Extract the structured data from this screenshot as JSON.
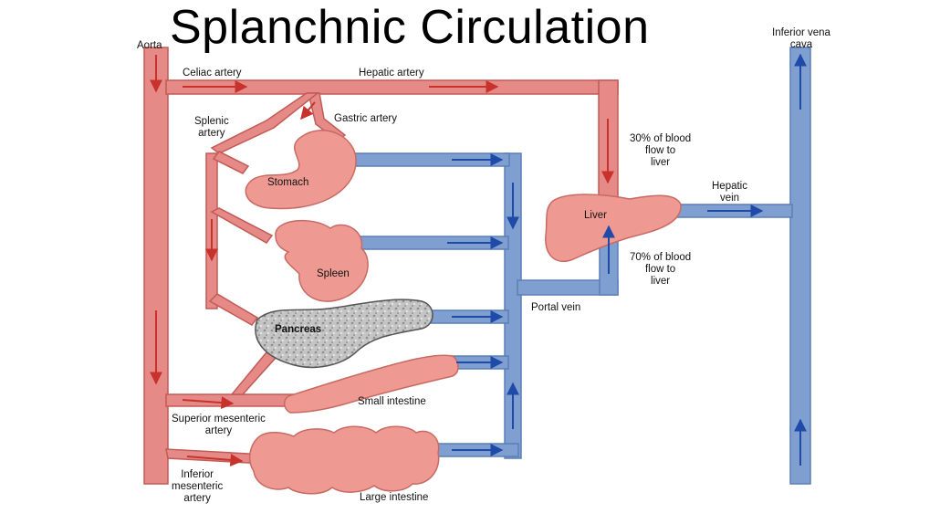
{
  "title": "Splanchnic Circulation",
  "labels": {
    "aorta": "Aorta",
    "celiac_artery": "Celiac artery",
    "hepatic_artery": "Hepatic artery",
    "gastric_artery": "Gastric artery",
    "splenic_artery": [
      "Splenic",
      "artery"
    ],
    "stomach": "Stomach",
    "spleen": "Spleen",
    "pancreas": "Pancreas",
    "small_intestine": "Small intestine",
    "large_intestine": "Large intestine",
    "superior_mesenteric_artery": [
      "Superior mesenteric",
      "artery"
    ],
    "inferior_mesenteric_artery": [
      "Inferior",
      "mesenteric",
      "artery"
    ],
    "liver": "Liver",
    "portal_vein": "Portal vein",
    "hepatic_vein": [
      "Hepatic",
      "vein"
    ],
    "inferior_vena_cava": [
      "Inferior vena",
      "cava"
    ],
    "flow_30": [
      "30% of blood",
      "flow to",
      "liver"
    ],
    "flow_70": [
      "70% of blood",
      "flow to",
      "liver"
    ]
  },
  "colors": {
    "artery_fill": "#e58a86",
    "artery_stroke": "#c25a56",
    "artery_arrow": "#c8322c",
    "vein_fill": "#7f9fd0",
    "vein_stroke": "#5b7fb8",
    "vein_arrow": "#1f4aa8",
    "organ_fill": "#ee9a92",
    "organ_stroke": "#c86a64",
    "pancreas_fill": "#bdbdbd"
  }
}
